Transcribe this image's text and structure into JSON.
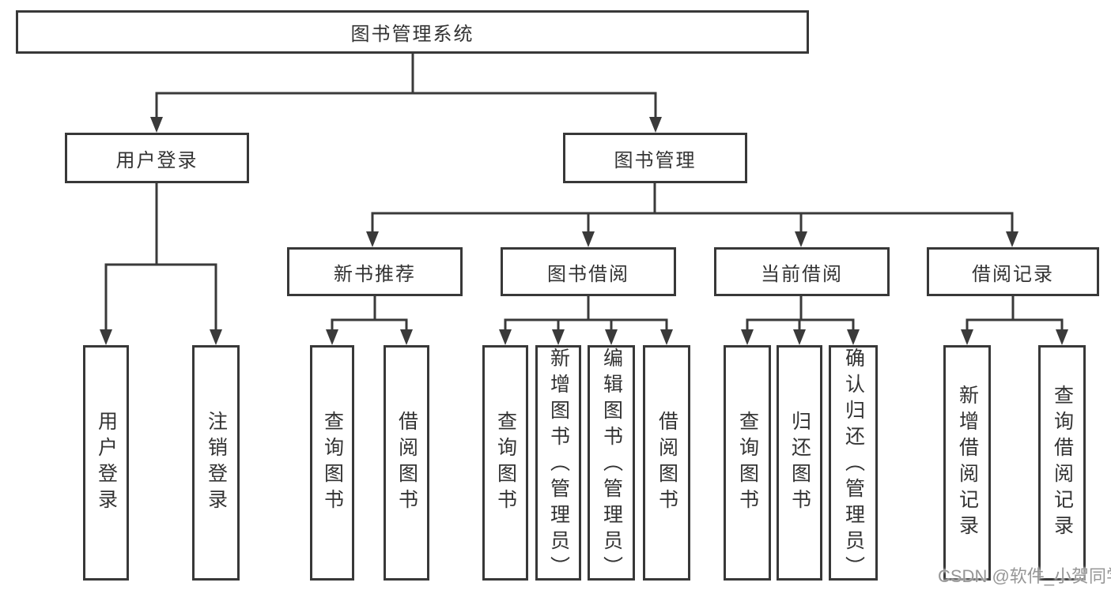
{
  "tree": {
    "root": {
      "label": "图书管理系统",
      "children": [
        {
          "label": "用户登录",
          "children": [
            {
              "label": "用户登录"
            },
            {
              "label": "注销登录"
            }
          ]
        },
        {
          "label": "图书管理",
          "children": [
            {
              "label": "新书推荐",
              "children": [
                {
                  "label": "查询图书"
                },
                {
                  "label": "借阅图书"
                }
              ]
            },
            {
              "label": "图书借阅",
              "children": [
                {
                  "label": "查询图书"
                },
                {
                  "label": "新增图书（管理员）"
                },
                {
                  "label": "编辑图书（管理员）"
                },
                {
                  "label": "借阅图书"
                }
              ]
            },
            {
              "label": "当前借阅",
              "children": [
                {
                  "label": "查询图书"
                },
                {
                  "label": "归还图书"
                },
                {
                  "label": "确认归还（管理员）"
                }
              ]
            },
            {
              "label": "借阅记录",
              "children": [
                {
                  "label": "新增借阅记录"
                },
                {
                  "label": "查询借阅记录"
                }
              ]
            }
          ]
        }
      ]
    }
  },
  "watermark": {
    "text": "CSDN @软件_小贺同学"
  },
  "colors": {
    "line": "#3a3a3a",
    "border": "#383838",
    "text": "#333333",
    "watermark": "#969696",
    "background": "#ffffff"
  }
}
